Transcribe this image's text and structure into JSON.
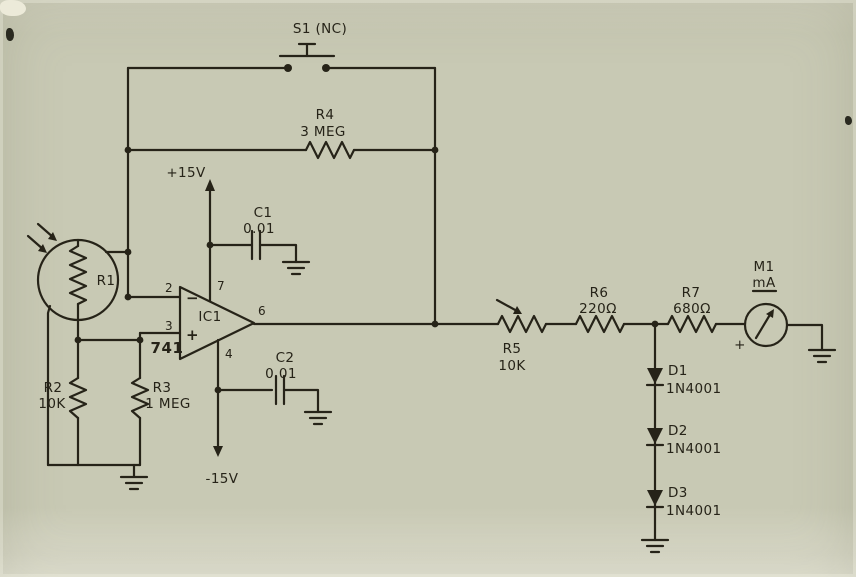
{
  "colors": {
    "paper": "#c8c9b4",
    "ink": "#262318"
  },
  "schematic": {
    "s1": {
      "label": "S1 (NC)"
    },
    "r4": {
      "ref": "R4",
      "value": "3 MEG"
    },
    "supply_pos": {
      "label": "+15V"
    },
    "supply_neg": {
      "label": "-15V"
    },
    "c1": {
      "ref": "C1",
      "value": "0.01"
    },
    "c2": {
      "ref": "C2",
      "value": "0.01"
    },
    "r1": {
      "ref": "R1"
    },
    "r2": {
      "ref": "R2",
      "value": "10K"
    },
    "r3": {
      "ref": "R3",
      "value": "1 MEG"
    },
    "opamp": {
      "ref": "IC1",
      "part": "741",
      "out_pin": "6",
      "pins": {
        "inv": "2",
        "noninv": "3",
        "vplus": "7",
        "vminus": "4"
      },
      "signs": {
        "inv": "−",
        "noninv": "+"
      }
    },
    "r5": {
      "ref": "R5",
      "value": "10K"
    },
    "r6": {
      "ref": "R6",
      "value": "220Ω"
    },
    "r7": {
      "ref": "R7",
      "value": "680Ω"
    },
    "meter": {
      "ref": "M1",
      "unit": "mA",
      "polarity": "+"
    },
    "d1": {
      "ref": "D1",
      "value": "1N4001"
    },
    "d2": {
      "ref": "D2",
      "value": "1N4001"
    },
    "d3": {
      "ref": "D3",
      "value": "1N4001"
    }
  }
}
